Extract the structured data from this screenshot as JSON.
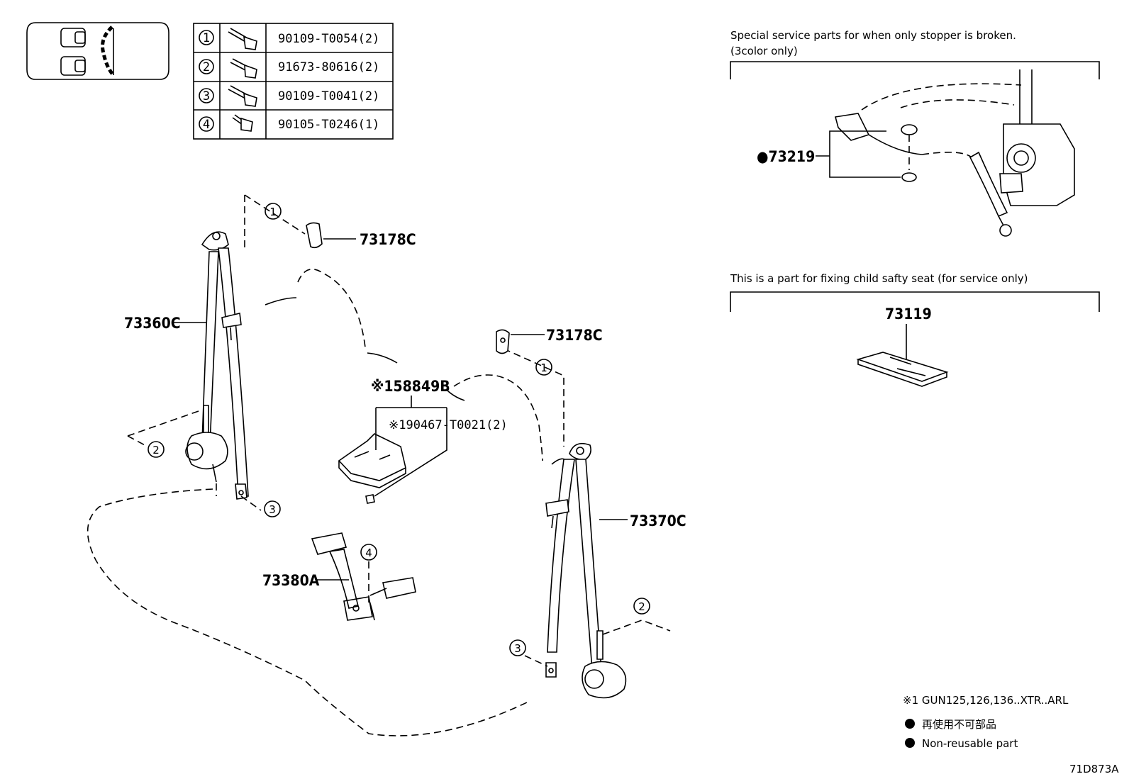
{
  "bolt_table": [
    {
      "num": "1",
      "part": "90109-T0054(2)"
    },
    {
      "num": "2",
      "part": "91673-80616(2)"
    },
    {
      "num": "3",
      "part": "90109-T0041(2)"
    },
    {
      "num": "4",
      "part": "90105-T0246(1)"
    }
  ],
  "labels": {
    "p73178c_top": "73178C",
    "p73178c_right": "73178C",
    "p73360c": "73360C",
    "p58849b": "※158849B",
    "p90467": "※190467-T0021(2)",
    "p73370c": "73370C",
    "p73380a": "73380A",
    "p73219": "●73219",
    "p73119": "73119"
  },
  "callouts": {
    "c1_left": "1",
    "c2_left": "2",
    "c3_left": "3",
    "c1_right": "1",
    "c2_right": "2",
    "c3_right": "3",
    "c4": "4"
  },
  "notes": {
    "stopper_line1": "Special service parts for when only stopper is broken.",
    "stopper_line2": "(3color only)",
    "child_seat": "This is a part for fixing child safty seat (for service only)"
  },
  "legend": {
    "footnote": "※1 GUN125,126,136..XTR..ARL",
    "nonreusable_jp": "再使用不可部品",
    "nonreusable_en": "Non-reusable part"
  },
  "figure_code": "71D873A"
}
